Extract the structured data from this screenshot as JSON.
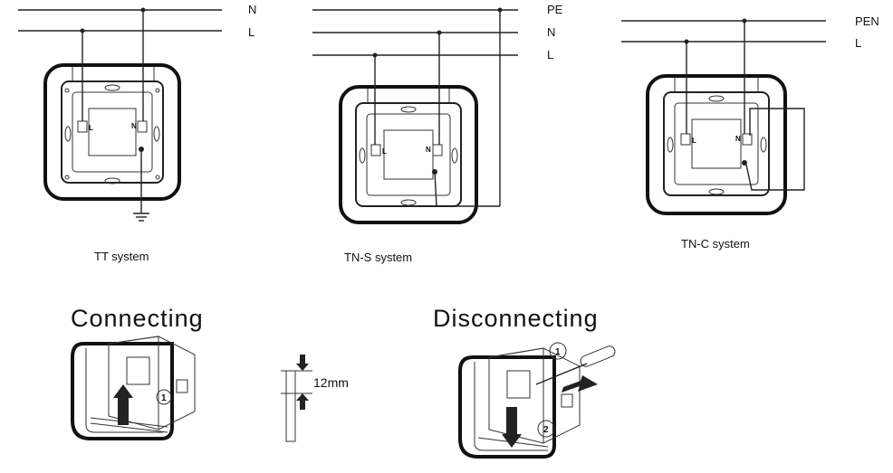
{
  "systems": [
    {
      "lines": [
        "N",
        "L"
      ],
      "caption": "TT system",
      "terminal_left": "L",
      "terminal_right": "N"
    },
    {
      "lines": [
        "PE",
        "N",
        "L"
      ],
      "caption": "TN-S  system",
      "terminal_left": "L",
      "terminal_right": "N"
    },
    {
      "lines": [
        "PEN",
        "L"
      ],
      "caption": "TN-C system",
      "terminal_left": "L",
      "terminal_right": "N"
    }
  ],
  "connecting": {
    "title": "Connecting",
    "step": "1",
    "strip_length": "12mm"
  },
  "disconnecting": {
    "title": "Disconnecting",
    "step1": "1",
    "step2": "2"
  },
  "icons": [
    "ground-symbol-icon",
    "arrow-up-icon",
    "arrow-down-icon",
    "screwdriver-icon"
  ]
}
